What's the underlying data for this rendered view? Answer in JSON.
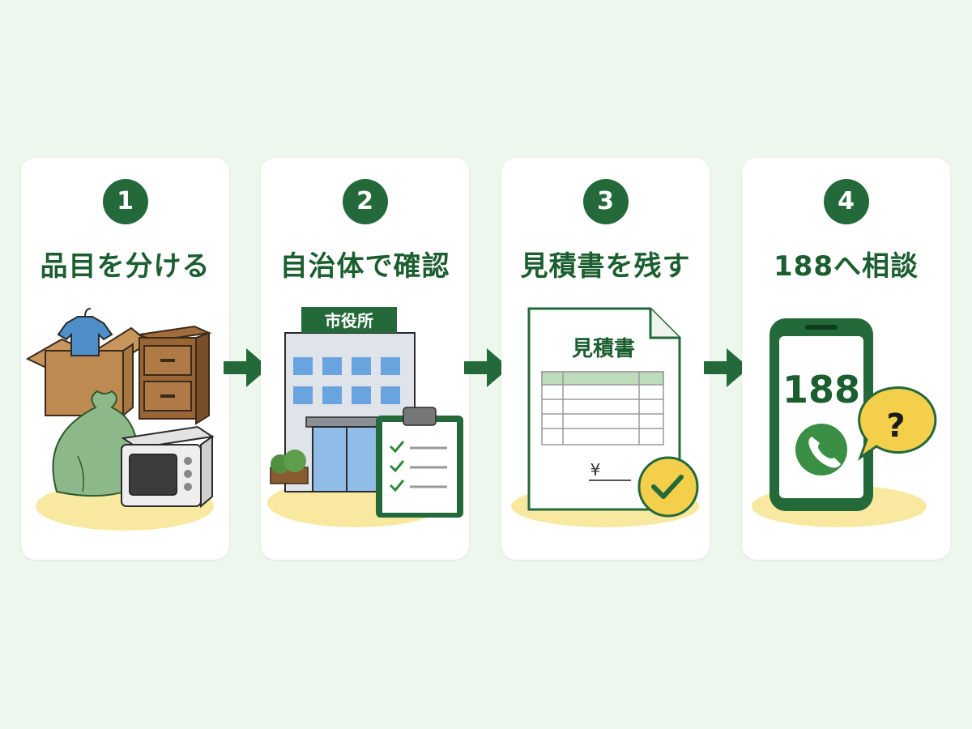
{
  "steps": [
    {
      "number": "1",
      "title": "品目を分ける"
    },
    {
      "number": "2",
      "title": "自治体で確認",
      "sign": "市役所"
    },
    {
      "number": "3",
      "title": "見積書を残す",
      "doc_title": "見積書",
      "yen": "¥"
    },
    {
      "number": "4",
      "title": "188へ相談",
      "phone_number": "188",
      "question": "?"
    }
  ],
  "colors": {
    "primary_green": "#23693a",
    "light_green": "#7fb27f",
    "highlight_yellow": "#f9e9a0",
    "background": "#eef7ee"
  }
}
